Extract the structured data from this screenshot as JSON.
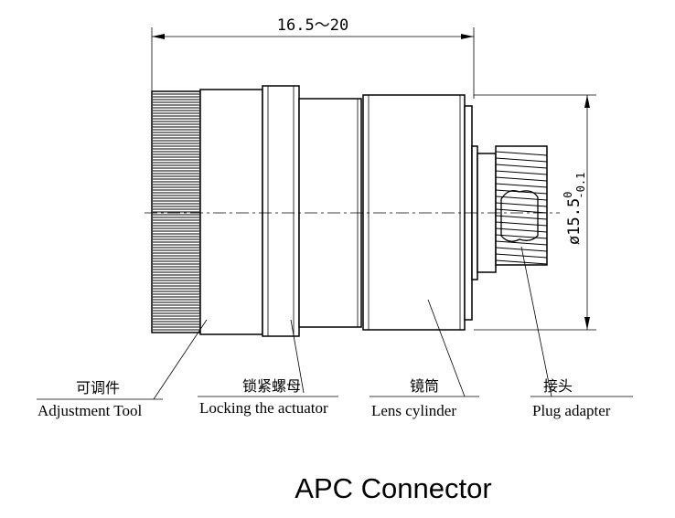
{
  "dimensions": {
    "length": "16.5～20",
    "diameter": "ø15.5",
    "tol_upper": "0",
    "tol_lower": "-0.1"
  },
  "parts": [
    {
      "cn": "可调件",
      "en": "Adjustment Tool"
    },
    {
      "cn": "锁紧螺母",
      "en": "Locking the actuator"
    },
    {
      "cn": "镜筒",
      "en": "Lens cylinder"
    },
    {
      "cn": "接头",
      "en": "Plug adapter"
    }
  ],
  "caption": "APC Connector"
}
